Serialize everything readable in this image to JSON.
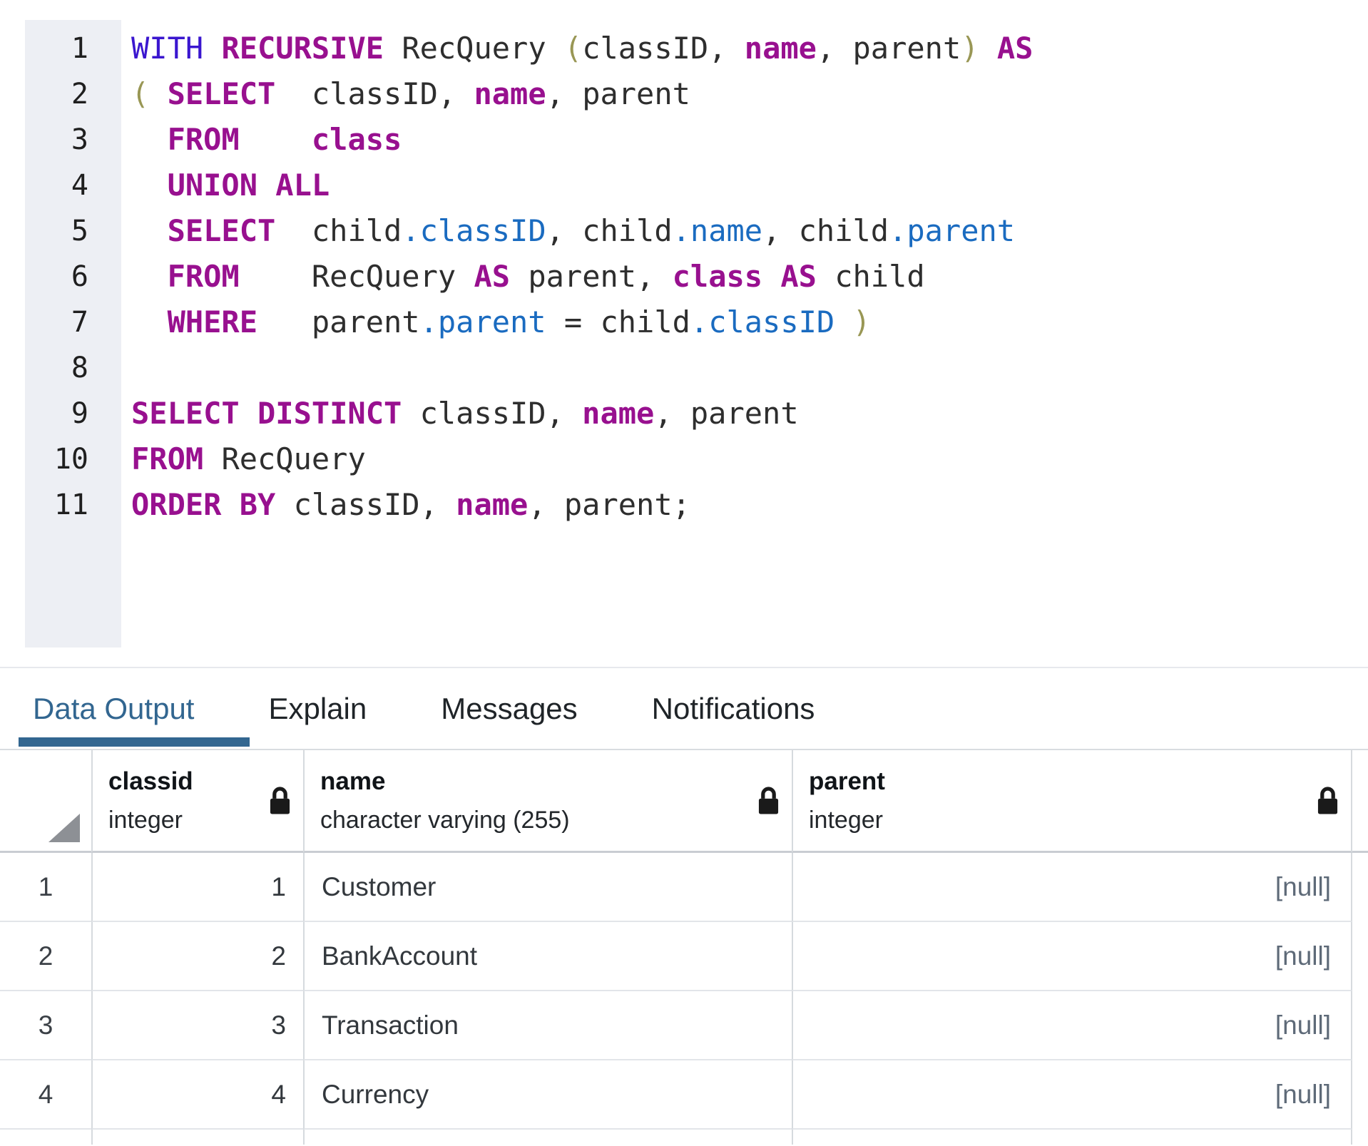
{
  "editor": {
    "lines": [
      {
        "num": "1",
        "tokens": [
          {
            "t": "WITH",
            "c": "def"
          },
          {
            "t": " ",
            "c": "pl"
          },
          {
            "t": "RECURSIVE",
            "c": "kw"
          },
          {
            "t": " RecQuery ",
            "c": "pl"
          },
          {
            "t": "(",
            "c": "br"
          },
          {
            "t": "classID, ",
            "c": "pl"
          },
          {
            "t": "name",
            "c": "kw"
          },
          {
            "t": ", parent",
            "c": "pl"
          },
          {
            "t": ")",
            "c": "br"
          },
          {
            "t": " ",
            "c": "pl"
          },
          {
            "t": "AS",
            "c": "kw"
          }
        ]
      },
      {
        "num": "2",
        "tokens": [
          {
            "t": "(",
            "c": "br"
          },
          {
            "t": " ",
            "c": "pl"
          },
          {
            "t": "SELECT",
            "c": "kw"
          },
          {
            "t": "  classID, ",
            "c": "pl"
          },
          {
            "t": "name",
            "c": "kw"
          },
          {
            "t": ", parent",
            "c": "pl"
          }
        ]
      },
      {
        "num": "3",
        "tokens": [
          {
            "t": "  ",
            "c": "pl"
          },
          {
            "t": "FROM",
            "c": "kw"
          },
          {
            "t": "    ",
            "c": "pl"
          },
          {
            "t": "class",
            "c": "kw"
          }
        ]
      },
      {
        "num": "4",
        "tokens": [
          {
            "t": "  ",
            "c": "pl"
          },
          {
            "t": "UNION ALL",
            "c": "kw"
          }
        ]
      },
      {
        "num": "5",
        "tokens": [
          {
            "t": "  ",
            "c": "pl"
          },
          {
            "t": "SELECT",
            "c": "kw"
          },
          {
            "t": "  child",
            "c": "pl"
          },
          {
            "t": ".classID",
            "c": "attr"
          },
          {
            "t": ", child",
            "c": "pl"
          },
          {
            "t": ".name",
            "c": "attr"
          },
          {
            "t": ", child",
            "c": "pl"
          },
          {
            "t": ".parent",
            "c": "attr"
          }
        ]
      },
      {
        "num": "6",
        "tokens": [
          {
            "t": "  ",
            "c": "pl"
          },
          {
            "t": "FROM",
            "c": "kw"
          },
          {
            "t": "    RecQuery ",
            "c": "pl"
          },
          {
            "t": "AS",
            "c": "kw"
          },
          {
            "t": " parent, ",
            "c": "pl"
          },
          {
            "t": "class",
            "c": "kw"
          },
          {
            "t": " ",
            "c": "pl"
          },
          {
            "t": "AS",
            "c": "kw"
          },
          {
            "t": " child",
            "c": "pl"
          }
        ]
      },
      {
        "num": "7",
        "tokens": [
          {
            "t": "  ",
            "c": "pl"
          },
          {
            "t": "WHERE",
            "c": "kw"
          },
          {
            "t": "   parent",
            "c": "pl"
          },
          {
            "t": ".parent",
            "c": "attr"
          },
          {
            "t": " = child",
            "c": "pl"
          },
          {
            "t": ".classID",
            "c": "attr"
          },
          {
            "t": " ",
            "c": "pl"
          },
          {
            "t": ")",
            "c": "br"
          }
        ]
      },
      {
        "num": "8",
        "tokens": []
      },
      {
        "num": "9",
        "tokens": [
          {
            "t": "SELECT DISTINCT",
            "c": "kw"
          },
          {
            "t": " classID, ",
            "c": "pl"
          },
          {
            "t": "name",
            "c": "kw"
          },
          {
            "t": ", parent",
            "c": "pl"
          }
        ]
      },
      {
        "num": "10",
        "tokens": [
          {
            "t": "FROM",
            "c": "kw"
          },
          {
            "t": " RecQuery",
            "c": "pl"
          }
        ]
      },
      {
        "num": "11",
        "tokens": [
          {
            "t": "ORDER BY",
            "c": "kw"
          },
          {
            "t": " classID, ",
            "c": "pl"
          },
          {
            "t": "name",
            "c": "kw"
          },
          {
            "t": ", parent;",
            "c": "pl"
          }
        ]
      }
    ]
  },
  "tabs": [
    {
      "label": "Data Output",
      "active": true
    },
    {
      "label": "Explain",
      "active": false
    },
    {
      "label": "Messages",
      "active": false
    },
    {
      "label": "Notifications",
      "active": false
    }
  ],
  "table": {
    "columns": [
      {
        "name": "classid",
        "type": "integer",
        "locked": true,
        "align": "right"
      },
      {
        "name": "name",
        "type": "character varying (255)",
        "locked": true,
        "align": "left"
      },
      {
        "name": "parent",
        "type": "integer",
        "locked": true,
        "align": "right"
      }
    ],
    "rows": [
      {
        "rownum": "1",
        "classid": "1",
        "name": "Customer",
        "parent": "[null]"
      },
      {
        "rownum": "2",
        "classid": "2",
        "name": "BankAccount",
        "parent": "[null]"
      },
      {
        "rownum": "3",
        "classid": "3",
        "name": "Transaction",
        "parent": "[null]"
      },
      {
        "rownum": "4",
        "classid": "4",
        "name": "Currency",
        "parent": "[null]"
      }
    ],
    "null_display": "[null]"
  },
  "colors": {
    "active_tab": "#326690",
    "tab_underline": "#326690",
    "sql_keyword": "#98108f",
    "sql_with_keyword": "#3a16cf",
    "sql_attribute": "#1a6bc0",
    "sql_bracket": "#999755",
    "sql_plain": "#2e2e2e",
    "gutter_bg": "#edeff4",
    "null_text": "#5e6a78",
    "lock_icon": "#1a1a1a",
    "corner_triangle": "#8d9095"
  }
}
